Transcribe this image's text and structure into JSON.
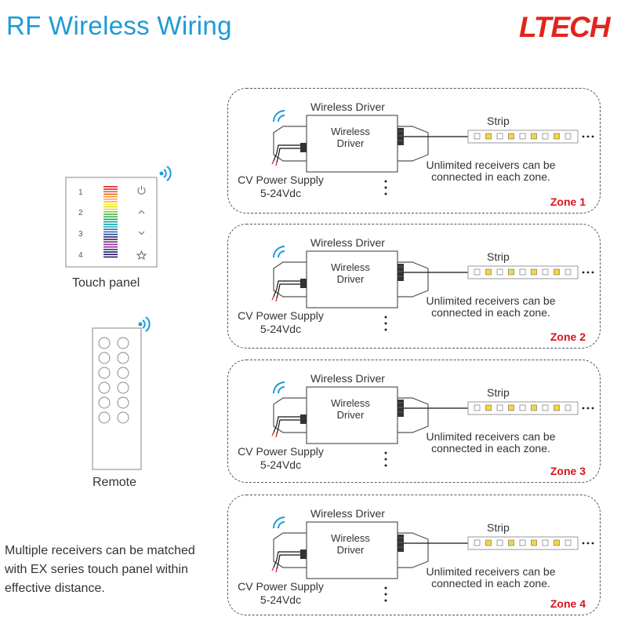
{
  "title": "RF Wireless Wiring",
  "logo": "LTECH",
  "touch_panel": {
    "label": "Touch panel",
    "keys": [
      "1",
      "2",
      "3",
      "4"
    ],
    "icons": [
      "power-icon",
      "up-arrow-icon",
      "down-arrow-icon",
      "star-icon"
    ]
  },
  "remote": {
    "label": "Remote"
  },
  "note": "Multiple receivers can be matched with EX series touch panel within effective distance.",
  "zones": [
    {
      "name": "Zone 1",
      "driver_title": "Wireless Driver",
      "driver_body": [
        "Wireless",
        "Driver"
      ],
      "strip": "Strip",
      "power": [
        "CV Power Supply",
        "5-24Vdc"
      ],
      "unlimited": [
        "Unlimited receivers can be",
        "connected in each zone."
      ]
    },
    {
      "name": "Zone 2",
      "driver_title": "Wireless Driver",
      "driver_body": [
        "Wireless",
        "Driver"
      ],
      "strip": "Strip",
      "power": [
        "CV Power Supply",
        "5-24Vdc"
      ],
      "unlimited": [
        "Unlimited receivers can be",
        "connected in each zone."
      ]
    },
    {
      "name": "Zone 3",
      "driver_title": "Wireless Driver",
      "driver_body": [
        "Wireless",
        "Driver"
      ],
      "strip": "Strip",
      "power": [
        "CV Power Supply",
        "5-24Vdc"
      ],
      "unlimited": [
        "Unlimited receivers can be",
        "connected in each zone."
      ]
    },
    {
      "name": "Zone 4",
      "driver_title": "Wireless Driver",
      "driver_body": [
        "Wireless",
        "Driver"
      ],
      "strip": "Strip",
      "power": [
        "CV Power Supply",
        "5-24Vdc"
      ],
      "unlimited": [
        "Unlimited receivers can be",
        "connected in each zone."
      ]
    }
  ],
  "colors": {
    "title": "#1e9ad6",
    "logo": "#e4231c",
    "zone_label": "#d8141c",
    "wifi": "#1e9ad6"
  }
}
